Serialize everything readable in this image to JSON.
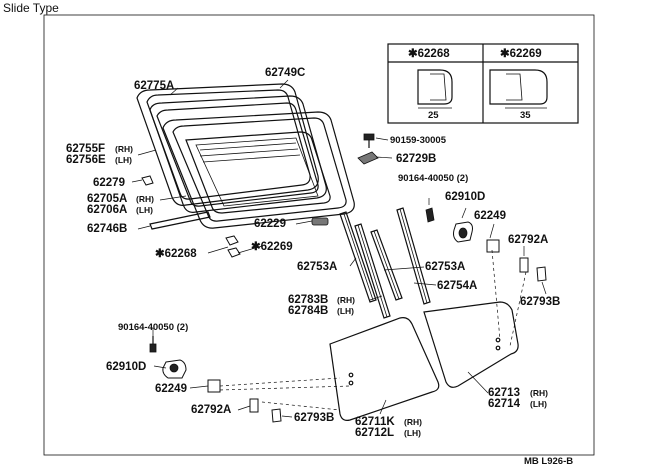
{
  "title": "Slide Type",
  "footer_code": "MB  L926-B",
  "inset": {
    "col1_label": "✱62268",
    "col2_label": "✱62269",
    "col1_dim": "25",
    "col2_dim": "35"
  },
  "labels": {
    "p62775A": "62775A",
    "p62749C": "62749C",
    "p62755F": "62755F",
    "p62756E": "62756E",
    "rh": "(RH)",
    "lh": "(LH)",
    "p62279": "62279",
    "p62705A": "62705A",
    "p62706A": "62706A",
    "p62746B": "62746B",
    "p62268": "✱62268",
    "p62269": "✱62269",
    "p62229": "62229",
    "p90159": "90159-30005",
    "p62729B": "62729B",
    "p90164a": "90164-40050 (2)",
    "p62910Da": "62910D",
    "p62249a": "62249",
    "p62792Aa": "62792A",
    "p62753Aa": "62753A",
    "p62753Ab": "62753A",
    "p62754A": "62754A",
    "p62793Ba": "62793B",
    "p62783B": "62783B",
    "p62784B": "62784B",
    "p90164b": "90164-40050 (2)",
    "p62910Db": "62910D",
    "p62249b": "62249",
    "p62792Ab": "62792A",
    "p62793Bb": "62793B",
    "p62711K": "62711K",
    "p62712L": "62712L",
    "p62713": "62713",
    "p62714": "62714"
  }
}
